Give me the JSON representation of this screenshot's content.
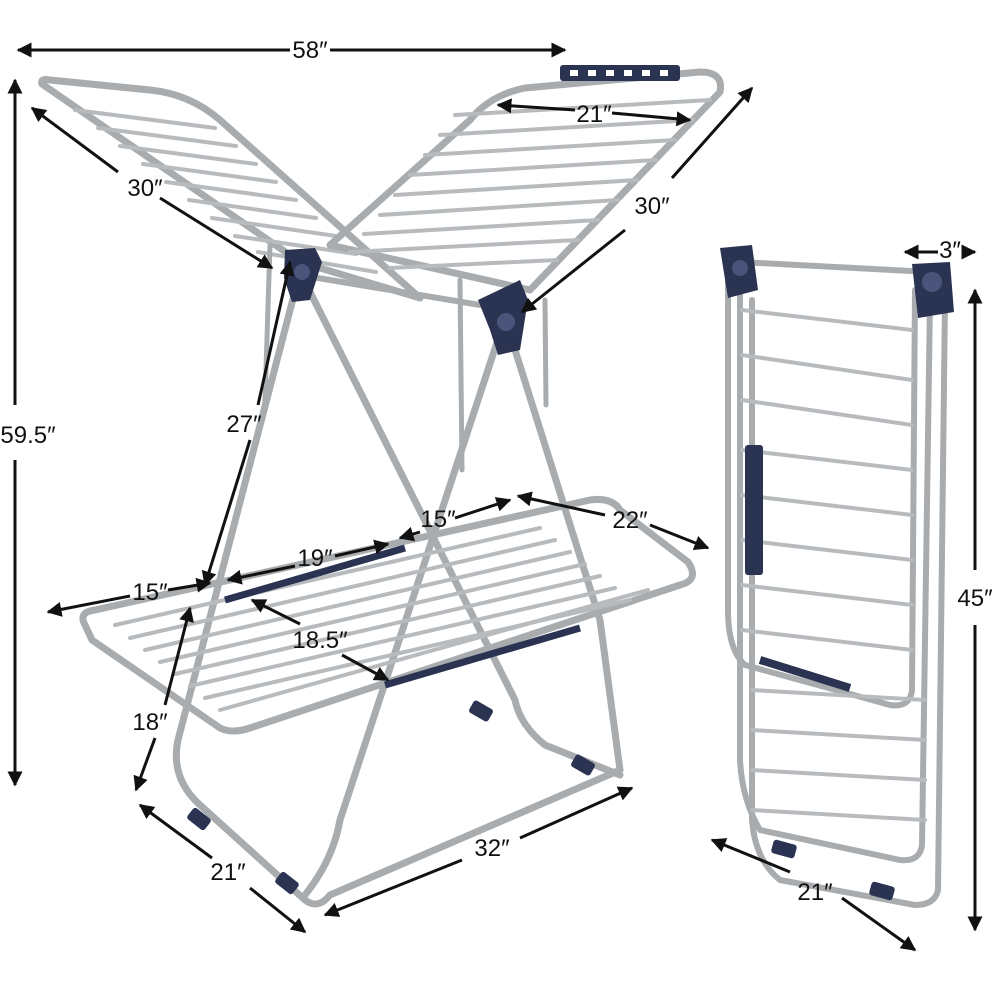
{
  "dimensions": {
    "overall_width": "58″",
    "overall_height": "59.5″",
    "wing_left_length": "30″",
    "wing_right_length": "30″",
    "wing_width": "21″",
    "leg_height": "27″",
    "shelf_inner_span": "15″",
    "shelf_depth": "22″",
    "shelf_rail_width": "19″",
    "shelf_side_span": "15″",
    "shelf_rail_inner": "18.5″",
    "shelf_height": "18″",
    "base_width": "21″",
    "base_depth": "32″",
    "folded_thickness": "3″",
    "folded_height": "45″",
    "folded_width": "21″"
  },
  "colors": {
    "steel": "#a9acaf",
    "connector": "#2b3352",
    "dimension_line": "#111111"
  }
}
